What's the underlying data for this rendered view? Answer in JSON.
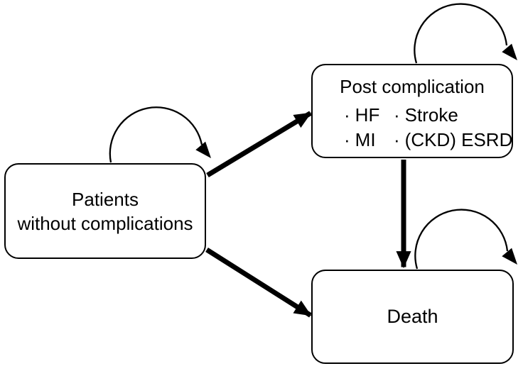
{
  "diagram": {
    "background_color": "#ffffff",
    "line_color": "#000000",
    "box_fill_color": "#ffffff",
    "nodes": {
      "patients": {
        "lines": [
          "Patients",
          "without complications"
        ]
      },
      "post_complication": {
        "title": "Post complication",
        "bullets": [
          {
            "marker": "·",
            "label": "HF"
          },
          {
            "marker": "·",
            "label": "Stroke"
          },
          {
            "marker": "·",
            "label": "MI"
          },
          {
            "marker": "·",
            "label": "(CKD) ESRD"
          }
        ]
      },
      "death": {
        "label": "Death"
      }
    },
    "edges": [
      {
        "from": "patients",
        "to": "patients",
        "type": "self-loop"
      },
      {
        "from": "post_complication",
        "to": "post_complication",
        "type": "self-loop"
      },
      {
        "from": "death",
        "to": "death",
        "type": "self-loop"
      },
      {
        "from": "patients",
        "to": "post_complication",
        "type": "transition"
      },
      {
        "from": "patients",
        "to": "death",
        "type": "transition"
      },
      {
        "from": "post_complication",
        "to": "death",
        "type": "transition"
      }
    ]
  }
}
